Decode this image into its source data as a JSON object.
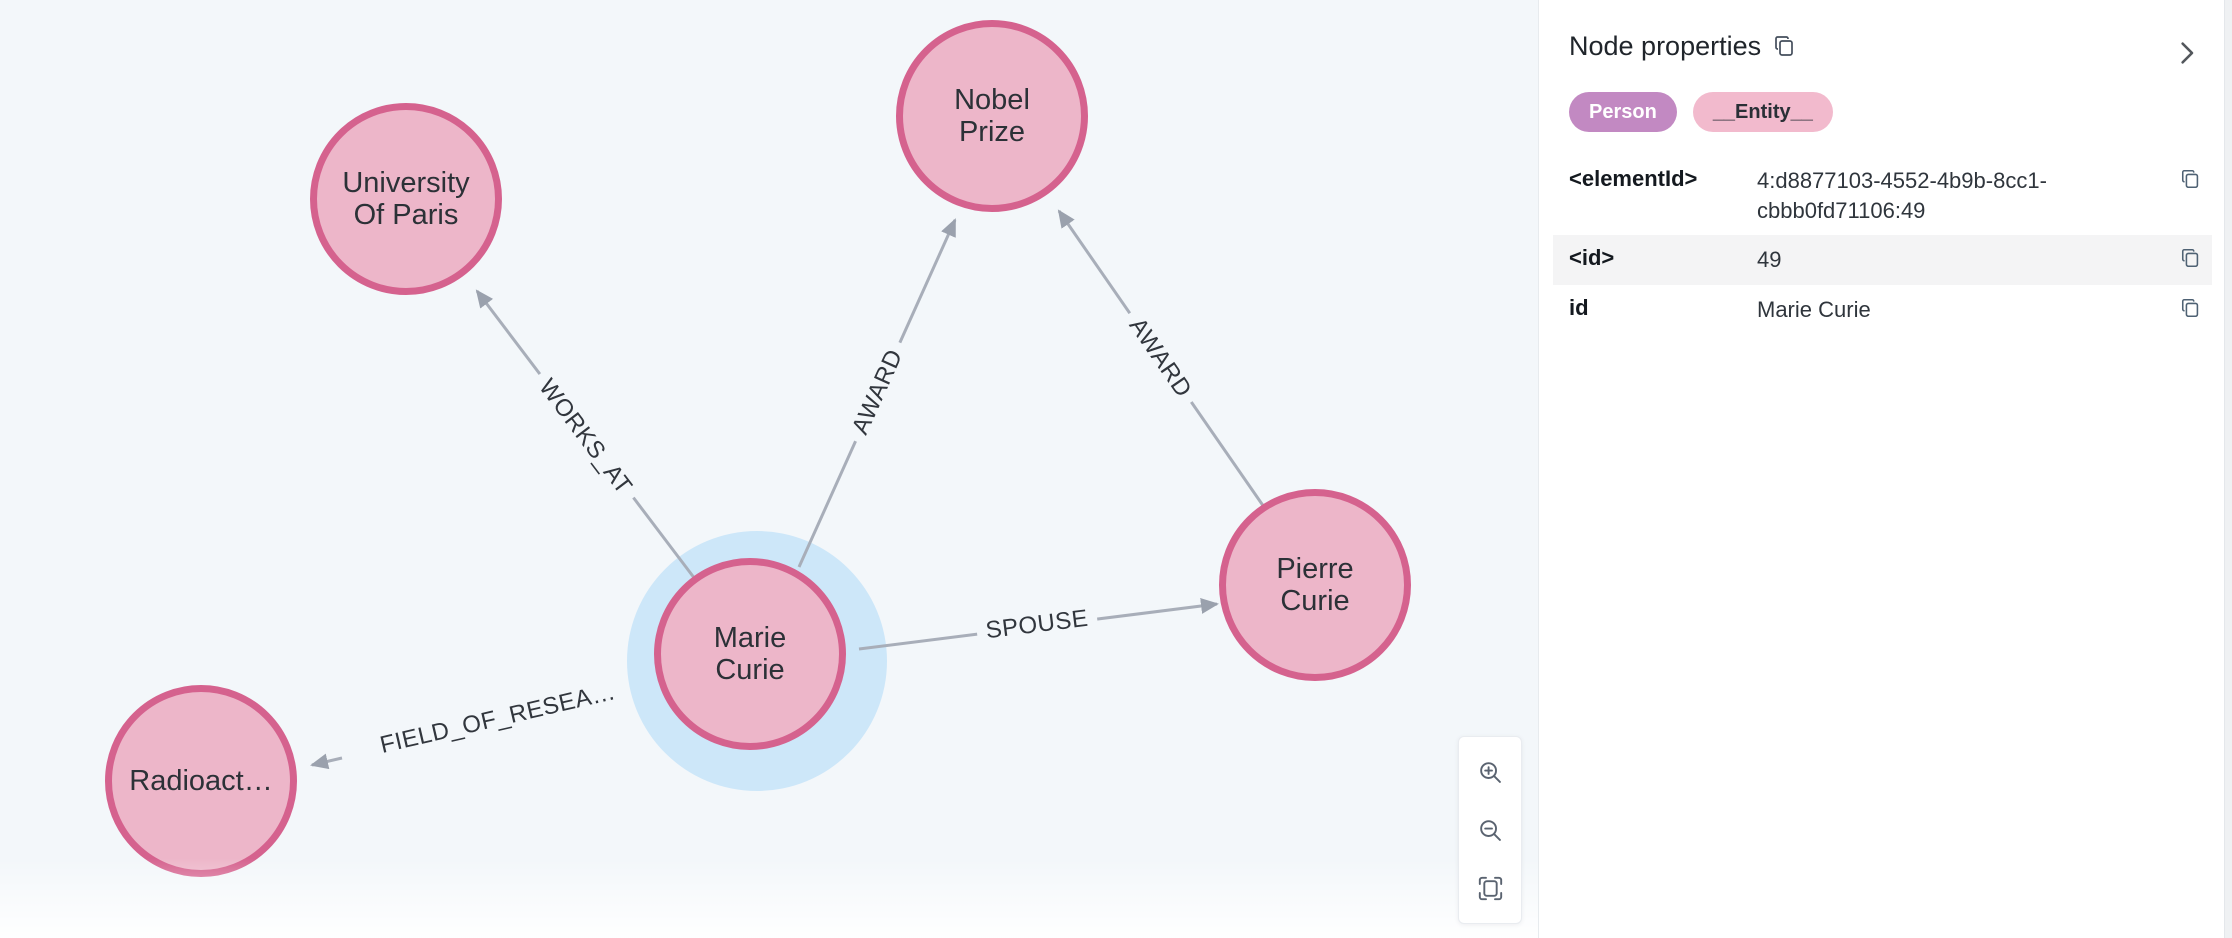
{
  "colors": {
    "canvas-bg": "#f3f7fa",
    "node-fill": "#edb6c9",
    "node-border": "#d5628e",
    "halo": "#cde7f9",
    "edge": "#a8aeb9",
    "arrow": "#9aa1ad",
    "label-person-bg": "#c289c2",
    "label-entity-bg": "#f2bacd",
    "row-stripe": "#f4f4f5"
  },
  "graph": {
    "nodes": [
      {
        "name": "university-of-paris",
        "lines": [
          "University",
          "Of Paris"
        ]
      },
      {
        "name": "nobel-prize",
        "lines": [
          "Nobel",
          "Prize"
        ]
      },
      {
        "name": "marie-curie",
        "lines": [
          "Marie",
          "Curie"
        ],
        "selected": true
      },
      {
        "name": "pierre-curie",
        "lines": [
          "Pierre",
          "Curie"
        ]
      },
      {
        "name": "radioactivity",
        "lines": [
          "Radioact…"
        ]
      }
    ],
    "relationships": [
      {
        "label": "WORKS_AT",
        "from": "marie-curie",
        "to": "university-of-paris"
      },
      {
        "label": "AWARD",
        "from": "marie-curie",
        "to": "nobel-prize"
      },
      {
        "label": "AWARD",
        "from": "pierre-curie",
        "to": "nobel-prize"
      },
      {
        "label": "SPOUSE",
        "from": "marie-curie",
        "to": "pierre-curie"
      },
      {
        "label": "FIELD_OF_RESEA…",
        "from": "marie-curie",
        "to": "radioactivity"
      }
    ]
  },
  "controls": {
    "zoom_in_icon": "magnifier-plus",
    "zoom_out_icon": "magnifier-minus",
    "fit_icon": "fit-to-frame"
  },
  "panel": {
    "title": "Node properties",
    "title_copy_icon": "copy-icon",
    "collapse_icon": "chevron-right-icon",
    "node_labels": [
      {
        "text": "Person"
      },
      {
        "text": "__Entity__"
      }
    ],
    "properties": [
      {
        "key": "<elementId>",
        "value": "4:d8877103-4552-4b9b-8cc1-cbbb0fd71106:49"
      },
      {
        "key": "<id>",
        "value": "49"
      },
      {
        "key": "id",
        "value": "Marie Curie"
      }
    ]
  }
}
